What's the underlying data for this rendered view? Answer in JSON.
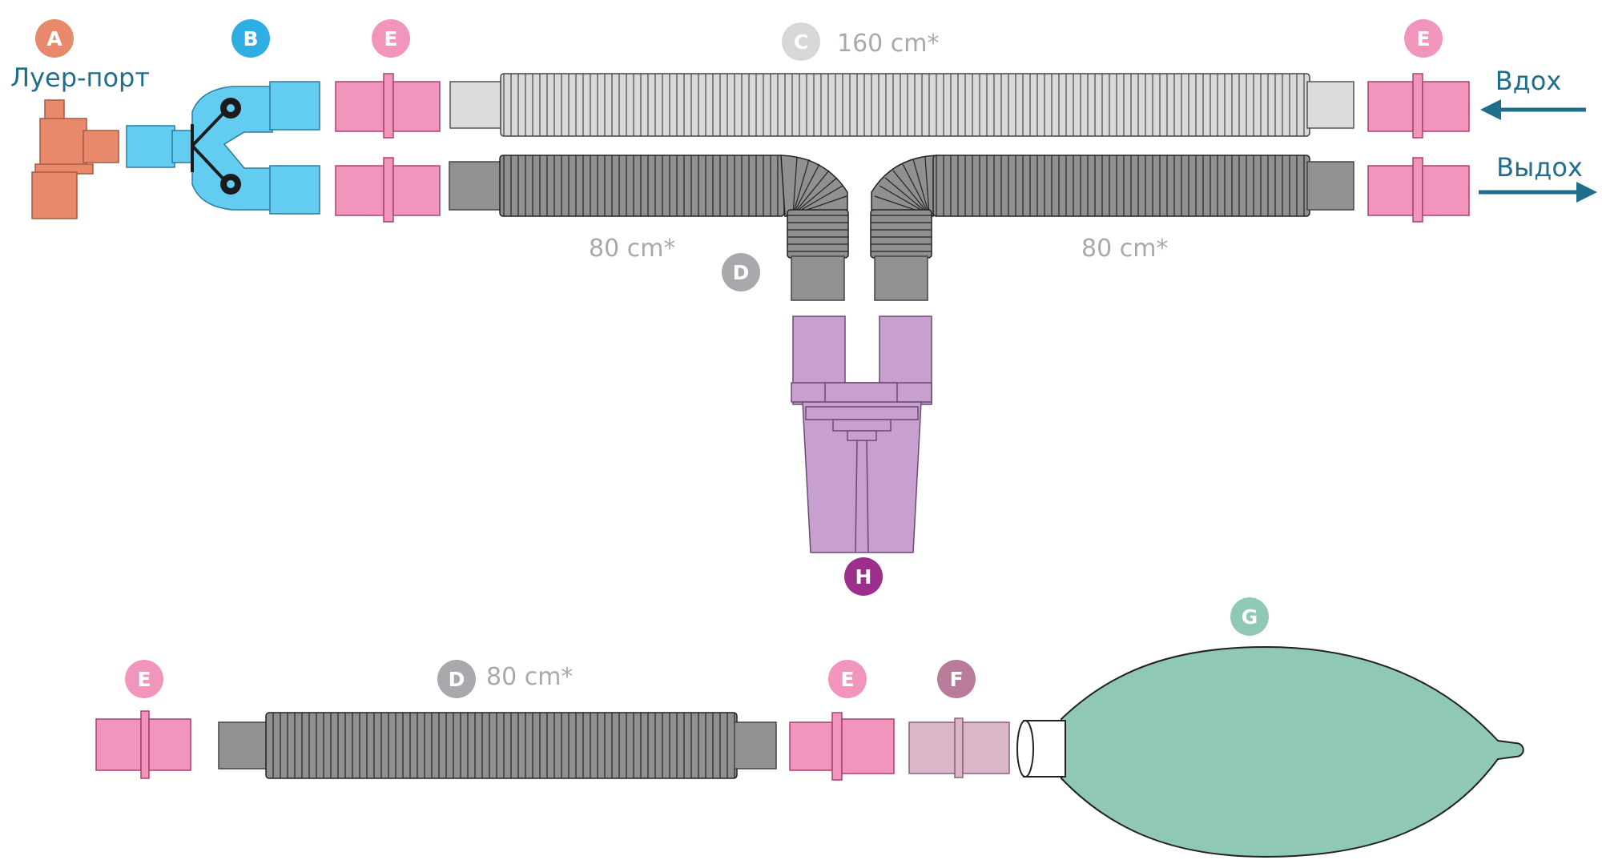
{
  "labels": {
    "luer_port": "Луер-порт",
    "inhale": "Вдох",
    "exhale": "Выдох"
  },
  "badges": {
    "A": "A",
    "B": "B",
    "C": "C",
    "D": "D",
    "E": "E",
    "F": "F",
    "G": "G",
    "H": "H"
  },
  "lengths": {
    "c_long": "160 cm*",
    "d_left": "80 cm*",
    "d_right": "80 cm*",
    "d_bottom": "80 cm*"
  },
  "colors": {
    "orange": "#e8896b",
    "blue": "#63ccf1",
    "pink": "#f295bd",
    "light_gray": "#dcdcdc",
    "mid_gray": "#909193",
    "purple": "#c8a0cf",
    "mauve": "#d9b6c8",
    "green": "#8fc9b3",
    "text_blue": "#1e6e8c",
    "badge_purple": "#9c2f8c",
    "badge_mauve": "#b87c9a"
  }
}
